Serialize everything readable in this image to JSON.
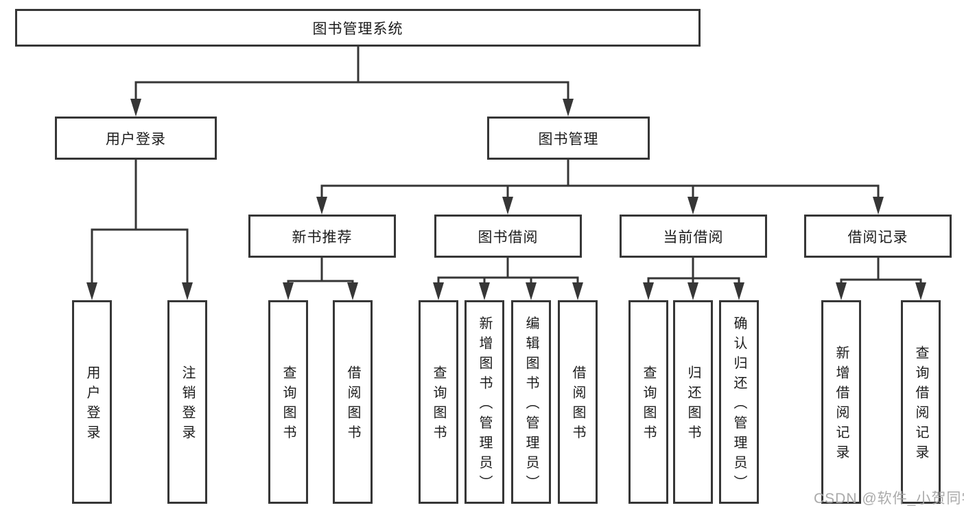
{
  "diagram": {
    "root": {
      "label": "图书管理系统"
    },
    "level2": [
      {
        "id": "user-login",
        "label": "用户登录"
      },
      {
        "id": "book-management",
        "label": "图书管理"
      }
    ],
    "level3": [
      {
        "id": "new-book-recommend",
        "parent": "图书管理",
        "label": "新书推荐"
      },
      {
        "id": "book-borrow",
        "parent": "图书管理",
        "label": "图书借阅"
      },
      {
        "id": "current-borrow",
        "parent": "图书管理",
        "label": "当前借阅"
      },
      {
        "id": "borrow-records",
        "parent": "图书管理",
        "label": "借阅记录"
      }
    ],
    "leaves": [
      {
        "parent": "用户登录",
        "label": "用户登录"
      },
      {
        "parent": "用户登录",
        "label": "注销登录"
      },
      {
        "parent": "新书推荐",
        "label": "查询图书"
      },
      {
        "parent": "新书推荐",
        "label": "借阅图书"
      },
      {
        "parent": "图书借阅",
        "label": "查询图书"
      },
      {
        "parent": "图书借阅",
        "label": "新增图书（管理员）"
      },
      {
        "parent": "图书借阅",
        "label": "编辑图书（管理员）"
      },
      {
        "parent": "图书借阅",
        "label": "借阅图书"
      },
      {
        "parent": "当前借阅",
        "label": "查询图书"
      },
      {
        "parent": "当前借阅",
        "label": "归还图书"
      },
      {
        "parent": "当前借阅",
        "label": "确认归还（管理员）"
      },
      {
        "parent": "借阅记录",
        "label": "新增借阅记录"
      },
      {
        "parent": "借阅记录",
        "label": "查询借阅记录"
      }
    ],
    "watermark": "CSDN @软件_小贺同学",
    "colors": {
      "line": "#363636",
      "text": "#1c1c1c",
      "box_background": "#ffffff",
      "watermark": "#a5a5a5",
      "background": "#ffffff"
    }
  }
}
